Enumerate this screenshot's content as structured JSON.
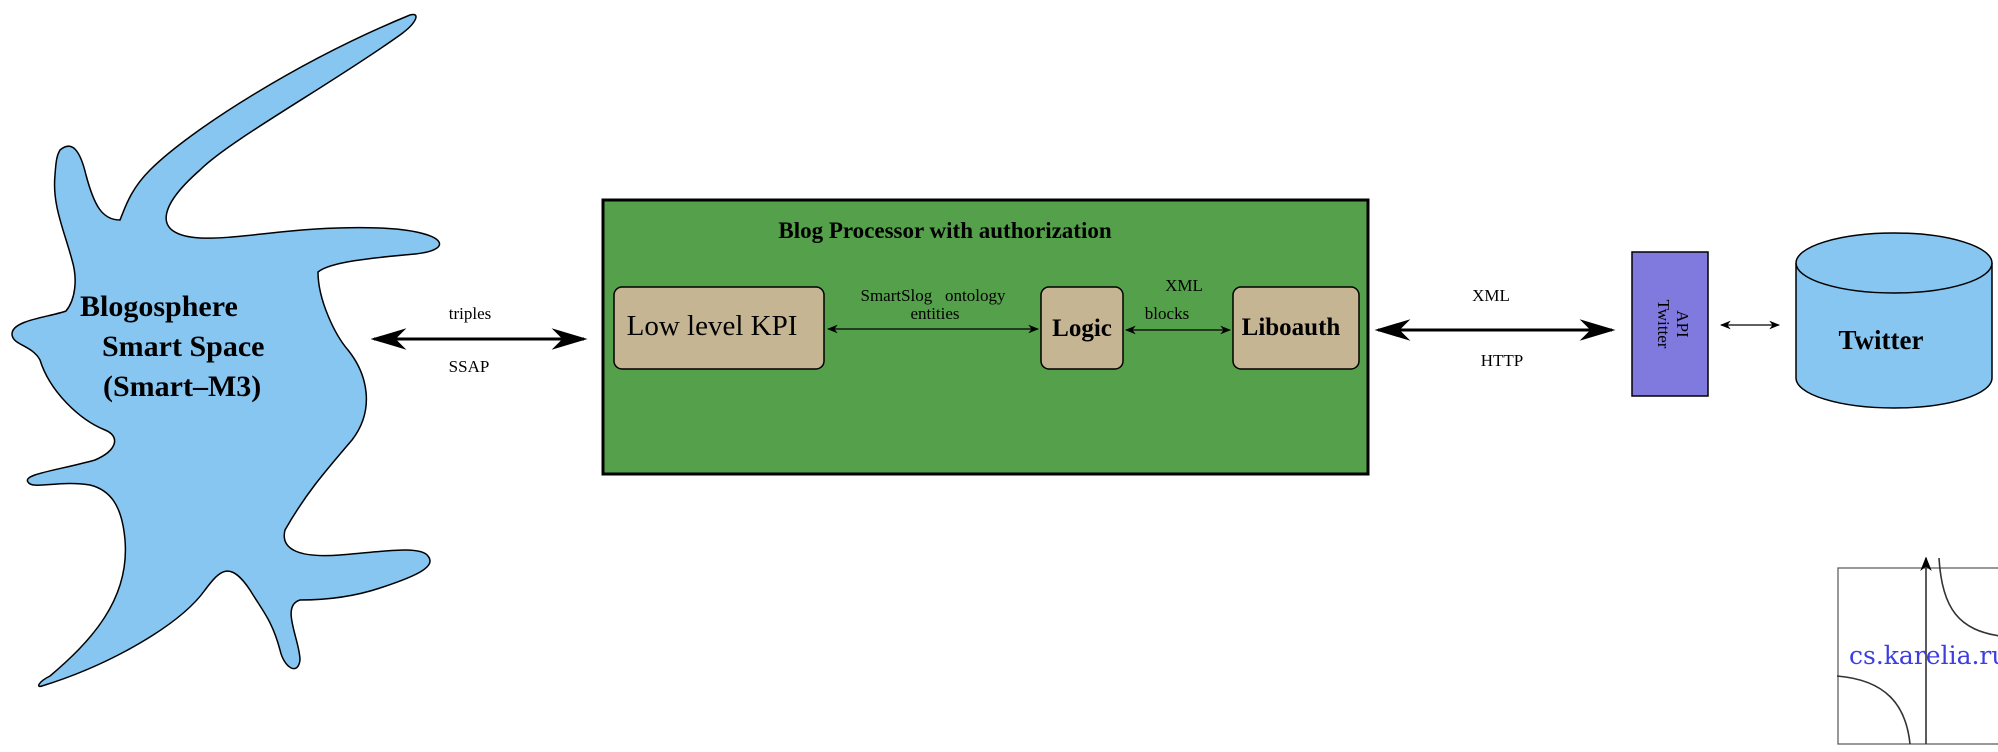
{
  "colors": {
    "blob_fill": "#87c6f0",
    "processor_fill": "#55a04a",
    "module_fill": "#c6b593",
    "api_fill": "#8079de",
    "db_fill": "#87c6f0",
    "logo_text": "#3e3ee0",
    "stroke": "#000000"
  },
  "smart_space": {
    "line1": "Blogosphere",
    "line2": "Smart Space",
    "line3": "(Smart–M3)"
  },
  "link_ss": {
    "top": "triples",
    "bottom": "SSAP"
  },
  "processor": {
    "title": "Blog Processor with authorization",
    "kpi": "Low level KPI",
    "logic": "Logic",
    "liboauth": "Liboauth",
    "kpi_logic_label1": "SmartSlog   ontology",
    "kpi_logic_label2": "entities",
    "logic_lib_top": "XML",
    "logic_lib_bottom": "blocks"
  },
  "link_twitter": {
    "top": "XML",
    "bottom": "HTTP"
  },
  "api": {
    "line1": "API",
    "line2": "Twitter"
  },
  "database": {
    "label": "Twitter"
  },
  "logo": {
    "text": "cs.karelia.ru"
  }
}
